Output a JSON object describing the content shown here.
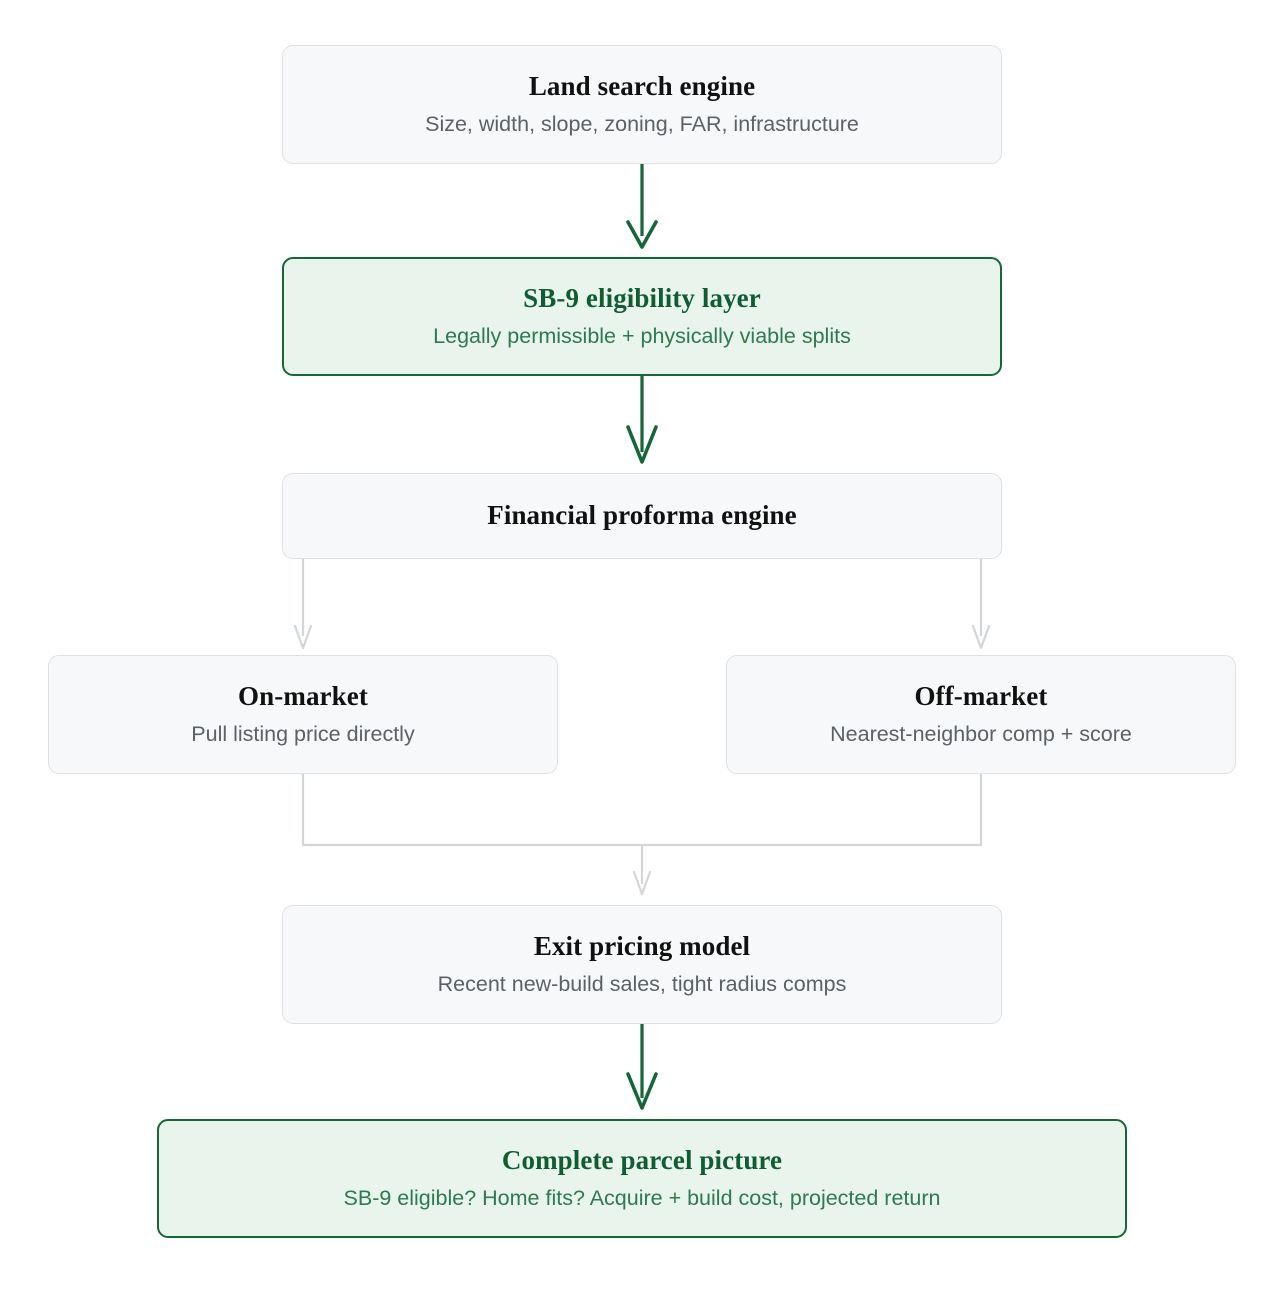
{
  "diagram": {
    "type": "flowchart",
    "orientation": "top-to-bottom",
    "background_color": "#ffffff",
    "accent_color": "#17663a",
    "accent_fill": "#e8f4ec",
    "neutral_fill": "#f7f8f9",
    "neutral_border": "#dfe1e4",
    "neutral_title_color": "#111111",
    "neutral_subtitle_color": "#5c6166"
  },
  "nodes": {
    "land_search": {
      "title": "Land search engine",
      "subtitle": "Size, width, slope, zoning, FAR, infrastructure",
      "style": "plain"
    },
    "sb9_eligibility": {
      "title": "SB-9 eligibility layer",
      "subtitle": "Legally permissible + physically viable splits",
      "style": "accent"
    },
    "financial_proforma": {
      "title": "Financial proforma engine",
      "subtitle": "",
      "style": "plain"
    },
    "on_market": {
      "title": "On-market",
      "subtitle": "Pull listing price directly",
      "style": "plain"
    },
    "off_market": {
      "title": "Off-market",
      "subtitle": "Nearest-neighbor comp + score",
      "style": "plain"
    },
    "exit_pricing": {
      "title": "Exit pricing model",
      "subtitle": "Recent new-build sales, tight radius comps",
      "style": "plain"
    },
    "complete_picture": {
      "title": "Complete parcel picture",
      "subtitle": "SB-9 eligible? Home fits? Acquire + build cost, projected return",
      "style": "accent"
    }
  },
  "edges": [
    {
      "from": "land_search",
      "to": "sb9_eligibility",
      "color": "#17663a",
      "style": "straight-down"
    },
    {
      "from": "sb9_eligibility",
      "to": "financial_proforma",
      "color": "#17663a",
      "style": "straight-down"
    },
    {
      "from": "financial_proforma",
      "to": "on_market",
      "color": "#d3d6d9",
      "style": "branch-left"
    },
    {
      "from": "financial_proforma",
      "to": "off_market",
      "color": "#d3d6d9",
      "style": "branch-right"
    },
    {
      "from": "on_market",
      "to": "exit_pricing",
      "color": "#d3d6d9",
      "style": "merge-left"
    },
    {
      "from": "off_market",
      "to": "exit_pricing",
      "color": "#d3d6d9",
      "style": "merge-right"
    },
    {
      "from": "exit_pricing",
      "to": "complete_picture",
      "color": "#17663a",
      "style": "straight-down"
    }
  ]
}
